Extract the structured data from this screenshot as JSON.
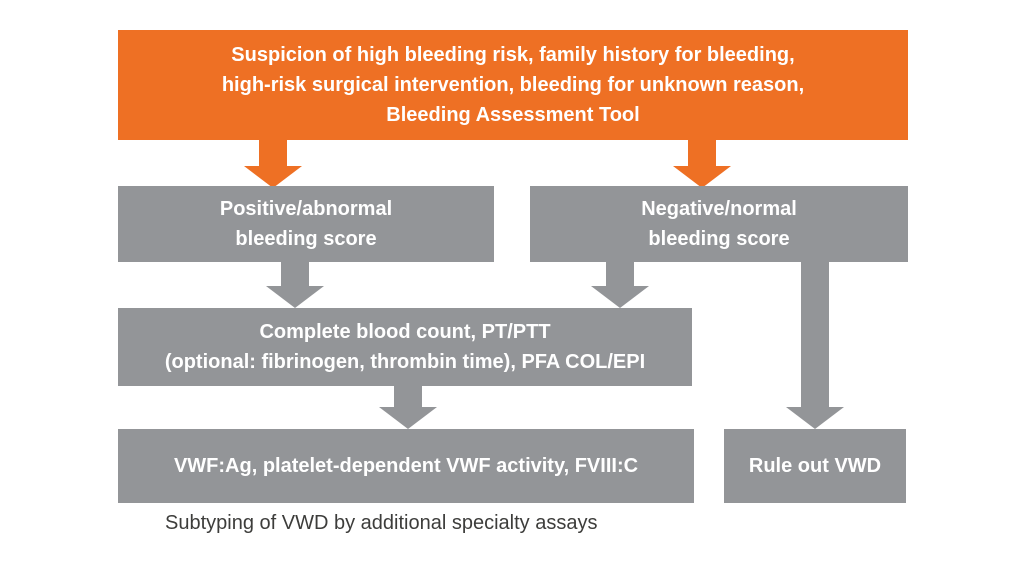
{
  "colors": {
    "orange": "#ee7024",
    "gray": "#939598",
    "box_text": "#ffffff",
    "caption_text": "#3d3d3b",
    "background": "#ffffff"
  },
  "flowchart": {
    "suspicion_box": {
      "line1": "Suspicion of high bleeding risk, family history for bleeding,",
      "line2": "high-risk surgical intervention, bleeding for unknown reason,",
      "line3": "Bleeding Assessment Tool"
    },
    "positive_box": {
      "line1": "Positive/abnormal",
      "line2": "bleeding score"
    },
    "negative_box": {
      "line1": "Negative/normal",
      "line2": "bleeding score"
    },
    "labs_box": {
      "line1": "Complete blood count, PT/PTT",
      "line2": "(optional: fibrinogen, thrombin time), PFA COL/EPI"
    },
    "vwf_box": {
      "label": "VWF:Ag, platelet-dependent VWF activity, FVIII:C"
    },
    "rule_out_box": {
      "label": "Rule out VWD"
    },
    "caption": "Subtyping of VWD by additional specialty assays"
  }
}
